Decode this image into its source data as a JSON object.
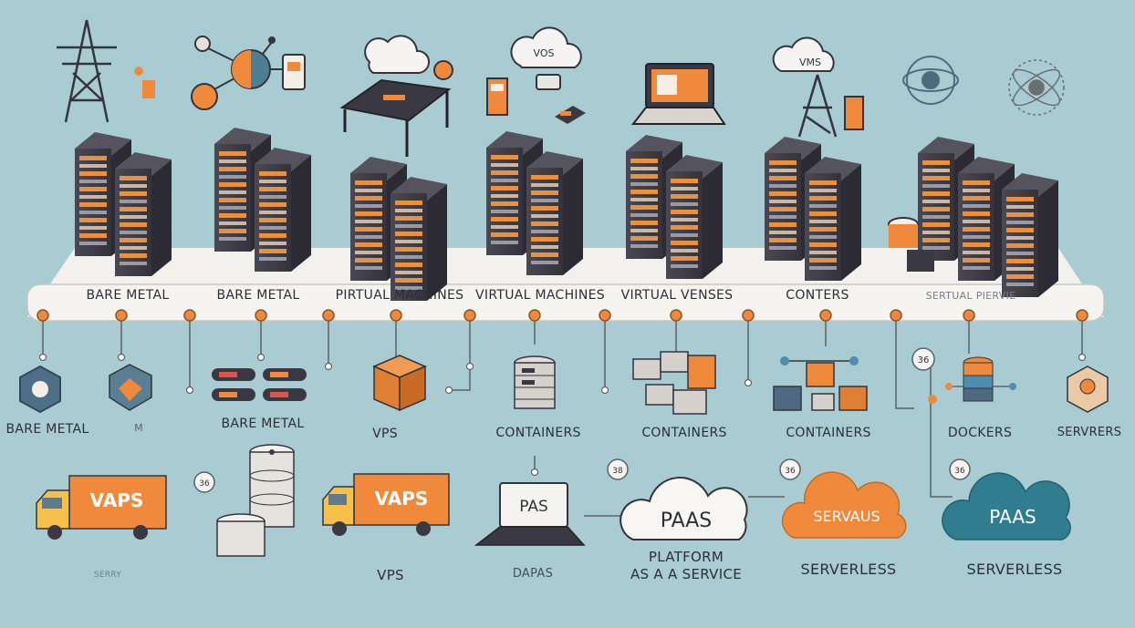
{
  "colors": {
    "background": "#a9ccd3",
    "accent_orange": "#ef8a3c",
    "rack_dark": "#3c3a44",
    "platform": "#f3f1ee",
    "cloud_teal": "#2f7d8f"
  },
  "icons": [
    "power-pylon-icon",
    "network-nodes-icon",
    "cloud-icon",
    "server-rack-icon",
    "laptop-icon",
    "cell-tower-icon",
    "globe-icon",
    "atom-icon",
    "truck-icon",
    "database-icon",
    "container-box-icon",
    "hexagon-icon"
  ],
  "top_icons": {
    "cloud_vos_label": "VOS",
    "cloud_vms_label": "VMS"
  },
  "timeline": {
    "stages": [
      {
        "label": "BARE METAL"
      },
      {
        "label": "BARE METAL"
      },
      {
        "label": "PIRTUAL MACHINES"
      },
      {
        "label": "VIRTUAL MACHINES"
      },
      {
        "label": "VIRTUAL VENSES"
      },
      {
        "label": "CONTERS"
      },
      {
        "label": "SERTUAL PIERVIE"
      }
    ]
  },
  "middle_row": {
    "items": [
      {
        "label": "BARE METAL"
      },
      {
        "label": "M"
      },
      {
        "label": "BARE METAL"
      },
      {
        "label": "VPS"
      },
      {
        "label": "CONTAINERS"
      },
      {
        "label": "CONTAINERS"
      },
      {
        "label": "CONTAINERS"
      },
      {
        "label": "DOCKERS"
      },
      {
        "label": "SERVRERS"
      }
    ],
    "badge": "36"
  },
  "bottom_row": {
    "truck_label": "VAPS",
    "truck2_label": "VAPS",
    "badge_db": "36",
    "laptop_screen": "PAS",
    "badge_paas": "38",
    "cloud_paas": "PAAS",
    "badge_serv": "36",
    "cloud_servaus": "SERVAUS",
    "badge_paas2": "36",
    "cloud_paas2": "PAAS",
    "captions": [
      {
        "label": "VPS"
      },
      {
        "label": "DAPAS"
      },
      {
        "label": "PLATFORM\nAS A A SERVICE"
      },
      {
        "label": "SERVERLESS"
      },
      {
        "label": "SERVERLESS"
      }
    ],
    "faint_text": "SERRY"
  }
}
